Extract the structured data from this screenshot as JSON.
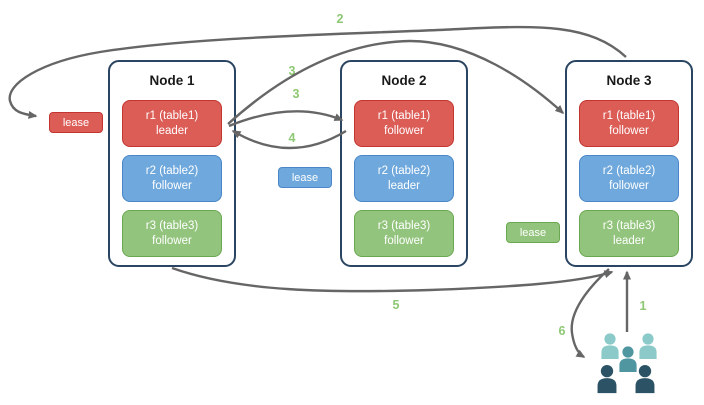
{
  "title": "Replication leases diagram",
  "colors": {
    "red": "#dc5c56",
    "red-border": "#c23530",
    "blue": "#6fa8dc",
    "blue-border": "#4a86c8",
    "green": "#93c47d",
    "green-border": "#6aa84f",
    "arrow": "#666666",
    "step": "#8ec873",
    "node-border": "#2a4562",
    "node-title": "#1a1a1a",
    "users-light": "#8ccaca",
    "users-mid": "#4f96a1",
    "users-dark": "#2b5365"
  },
  "nodes": [
    {
      "title": "Node 1",
      "replicas": [
        {
          "name": "r1 (table1)",
          "role": "leader",
          "color": "red"
        },
        {
          "name": "r2 (table2)",
          "role": "follower",
          "color": "blue"
        },
        {
          "name": "r3 (table3)",
          "role": "follower",
          "color": "green"
        }
      ]
    },
    {
      "title": "Node 2",
      "replicas": [
        {
          "name": "r1 (table1)",
          "role": "follower",
          "color": "red"
        },
        {
          "name": "r2 (table2)",
          "role": "leader",
          "color": "blue"
        },
        {
          "name": "r3 (table3)",
          "role": "follower",
          "color": "green"
        }
      ]
    },
    {
      "title": "Node 3",
      "replicas": [
        {
          "name": "r1 (table1)",
          "role": "follower",
          "color": "red"
        },
        {
          "name": "r2 (table2)",
          "role": "follower",
          "color": "blue"
        },
        {
          "name": "r3 (table3)",
          "role": "leader",
          "color": "green"
        }
      ]
    }
  ],
  "leases": {
    "red": "lease",
    "blue": "lease",
    "green": "lease"
  },
  "steps": {
    "s1": "1",
    "s2": "2",
    "s3a": "3",
    "s3b": "3",
    "s4": "4",
    "s5": "5",
    "s6": "6"
  },
  "users_icon": "users-group"
}
